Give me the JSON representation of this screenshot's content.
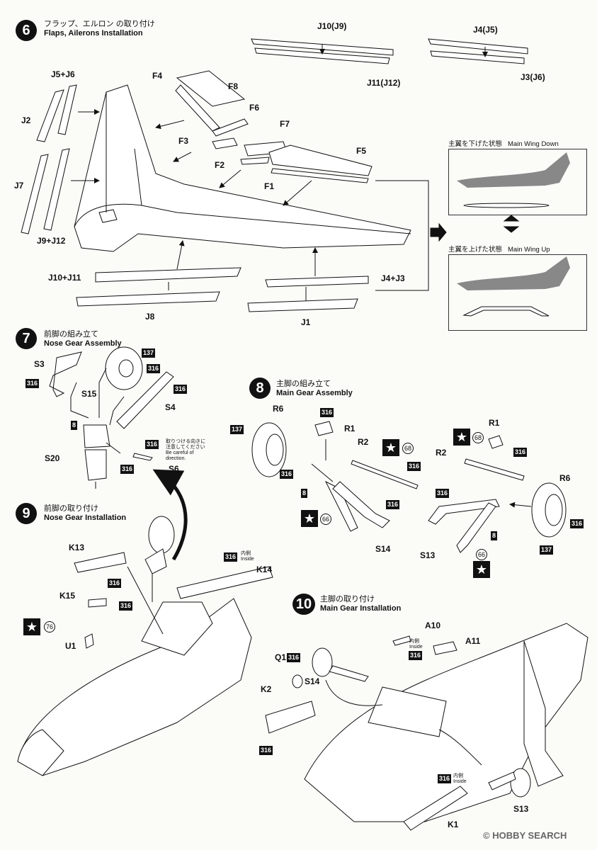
{
  "steps": [
    {
      "num": "6",
      "jp": "フラップ、エルロン の取り付け",
      "en": "Flaps, Ailerons Installation"
    },
    {
      "num": "7",
      "jp": "前脚の組み立て",
      "en": "Nose Gear Assembly"
    },
    {
      "num": "8",
      "jp": "主脚の組み立て",
      "en": "Main Gear Assembly"
    },
    {
      "num": "9",
      "jp": "前脚の取り付け",
      "en": "Nose Gear Installation"
    },
    {
      "num": "10",
      "jp": "主脚の取り付け",
      "en": "Main Gear Installation"
    }
  ],
  "parts6": {
    "j10_j9": "J10(J9)",
    "j11_j12": "J11(J12)",
    "j4_j5": "J4(J5)",
    "j3_j6": "J3(J6)",
    "j5_j6": "J5+J6",
    "j2": "J2",
    "j7": "J7",
    "j9_j12": "J9+J12",
    "f4": "F4",
    "f8": "F8",
    "f6": "F6",
    "f3": "F3",
    "f7": "F7",
    "f5": "F5",
    "f2": "F2",
    "f1": "F1",
    "j10_j11": "J10+J11",
    "j8": "J8",
    "j4_j3": "J4+J3",
    "j1": "J1"
  },
  "insets": {
    "down_jp": "主翼を下げた状態",
    "down_en": "Main Wing Down",
    "up_jp": "主翼を上げた状態",
    "up_en": "Main Wing Up"
  },
  "parts7": {
    "s3": "S3",
    "s15": "S15",
    "s4": "S4",
    "s20": "S20",
    "s6": "S6",
    "part8": "8",
    "note_jp": "取りつける向きに注意してください",
    "note_en": "Be careful of direction."
  },
  "parts8": {
    "r6a": "R6",
    "r1a": "R1",
    "r2a": "R2",
    "p8a": "8",
    "s14": "S14",
    "r1b": "R1",
    "r2b": "R2",
    "r6b": "R6",
    "p8b": "8",
    "s13": "S13"
  },
  "parts9": {
    "k13": "K13",
    "k14": "K14",
    "k15": "K15",
    "u1": "U1",
    "inside_jp": "内側",
    "inside_en": "Inside"
  },
  "parts10": {
    "a10": "A10",
    "a11": "A11",
    "q1": "Q1",
    "s14": "S14",
    "k2": "K2",
    "s13": "S13",
    "k1": "K1",
    "inside_jp": "内側",
    "inside_en": "Inside"
  },
  "paint": {
    "c316": "316",
    "c137": "137",
    "c68": "68",
    "c66": "66",
    "c76": "76"
  },
  "watermark": "HOBBY SEARCH",
  "copyright": "©"
}
